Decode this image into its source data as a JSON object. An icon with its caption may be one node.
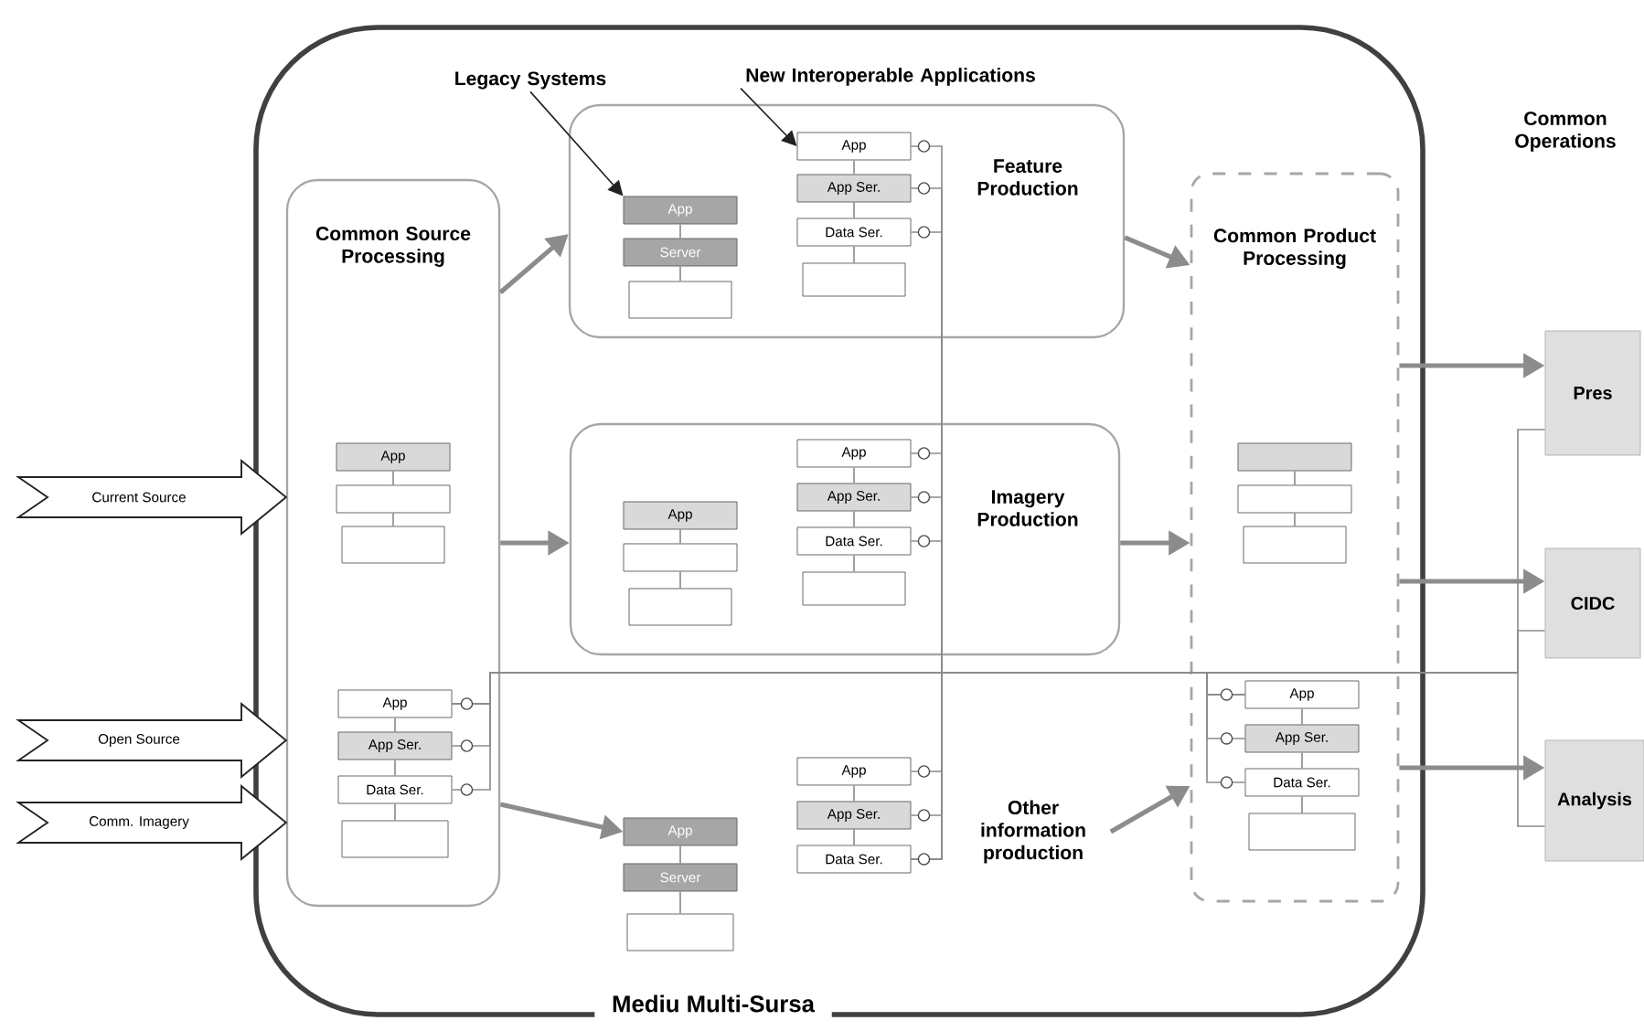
{
  "diagram": {
    "nodes": [
      {
        "text": [
          "Mediu Multi-Sursa"
        ]
      },
      {
        "text": [
          "Common Source Processing"
        ],
        "in": 0
      },
      {
        "text": [
          "Feature Production"
        ],
        "in": 0
      },
      {
        "text": [
          "Imagery Production"
        ],
        "in": 0
      },
      {
        "text": [
          "Other information production"
        ],
        "in": 0
      },
      {
        "text": [
          "Common Product Processing"
        ],
        "in": 0
      },
      {
        "text": [
          "Legacy Systems"
        ],
        "in": 0
      },
      {
        "text": [
          "New Interoperable Applications"
        ],
        "in": 0
      },
      {
        "text": [
          "Pres"
        ]
      },
      {
        "text": [
          "CIDC"
        ]
      },
      {
        "text": [
          "Analysis"
        ]
      },
      {
        "text": [
          "App"
        ],
        "in": 2
      },
      {
        "text": [
          "Server"
        ],
        "in": 2
      },
      {
        "text": [],
        "shape": "box",
        "in": 2
      },
      {
        "text": [
          "App"
        ],
        "in": 2
      },
      {
        "text": [
          "App Ser."
        ],
        "in": 2
      },
      {
        "text": [
          "Data Ser."
        ],
        "in": 2
      },
      {
        "text": [],
        "shape": "box",
        "in": 2
      },
      {
        "text": [
          "App"
        ],
        "in": 3
      },
      {
        "text": [],
        "shape": "box",
        "in": 3
      },
      {
        "text": [],
        "shape": "box",
        "in": 3
      },
      {
        "text": [
          "App"
        ],
        "in": 3
      },
      {
        "text": [
          "App Ser."
        ],
        "in": 3
      },
      {
        "text": [
          "Data Ser."
        ],
        "in": 3
      },
      {
        "text": [],
        "shape": "box",
        "in": 3
      },
      {
        "text": [
          "App"
        ],
        "in": 1
      },
      {
        "text": [],
        "shape": "box",
        "in": 1
      },
      {
        "text": [],
        "shape": "box",
        "in": 1
      },
      {
        "text": [
          "App"
        ],
        "in": 1
      },
      {
        "text": [
          "App Ser."
        ],
        "in": 1
      },
      {
        "text": [
          "Data Ser."
        ],
        "in": 1
      },
      {
        "text": [],
        "shape": "box",
        "in": 1
      },
      {
        "text": [
          "App"
        ],
        "in": 0
      },
      {
        "text": [
          "Server"
        ],
        "in": 0
      },
      {
        "text": [],
        "shape": "box",
        "in": 0
      },
      {
        "text": [
          "App"
        ],
        "in": 0
      },
      {
        "text": [
          "App Ser."
        ],
        "in": 0
      },
      {
        "text": [
          "Data Ser."
        ],
        "in": 0
      },
      {
        "text": [],
        "shape": "box",
        "in": 5
      },
      {
        "text": [],
        "shape": "box",
        "in": 5
      },
      {
        "text": [],
        "shape": "box",
        "in": 5
      },
      {
        "text": [
          "App"
        ],
        "in": 5
      },
      {
        "text": [
          "App Ser."
        ],
        "in": 5
      },
      {
        "text": [
          "Data Ser."
        ],
        "in": 5
      },
      {
        "text": [],
        "shape": "box",
        "in": 5
      }
    ],
    "edges": [
      {
        "from": 6,
        "to": 11,
        "arrow": "to",
        "color": "#222222"
      },
      {
        "from": 7,
        "to": 14,
        "arrow": "to",
        "color": "#222222"
      },
      {
        "from": 1,
        "to": 2,
        "arrow": "to",
        "style": "thick"
      },
      {
        "from": 1,
        "to": 3,
        "arrow": "to",
        "style": "thick"
      },
      {
        "from": 1,
        "to": 32,
        "arrow": "to",
        "style": "thick"
      },
      {
        "from": 2,
        "to": 5,
        "arrow": "to",
        "style": "thick"
      },
      {
        "from": 3,
        "to": 5,
        "arrow": "to",
        "style": "thick"
      },
      {
        "from": 4,
        "to": 5,
        "arrow": "to",
        "style": "thick"
      },
      {
        "from": 5,
        "to": 8,
        "arrow": "to",
        "style": "thick"
      },
      {
        "from": 5,
        "to": 9,
        "arrow": "to",
        "style": "thick"
      },
      {
        "from": 5,
        "to": 10,
        "arrow": "to",
        "style": "thick"
      },
      {
        "from": null,
        "to": 1,
        "arrow": "to",
        "label": "Current Source",
        "color": "#222222"
      },
      {
        "from": null,
        "to": 1,
        "arrow": "to",
        "label": "Open Source",
        "color": "#222222"
      },
      {
        "from": null,
        "to": 1,
        "arrow": "to",
        "label": "Comm. Imagery",
        "color": "#222222"
      },
      {
        "from": 14,
        "to": 37,
        "arrow": "none"
      },
      {
        "from": 28,
        "to": 41,
        "arrow": "none"
      },
      {
        "from": 28,
        "to": 8,
        "arrow": "none"
      },
      {
        "from": 28,
        "to": 9,
        "arrow": "none"
      },
      {
        "from": 28,
        "to": 10,
        "arrow": "none"
      },
      {
        "from": 11,
        "to": 12,
        "arrow": "none"
      },
      {
        "from": 12,
        "to": 13,
        "arrow": "none"
      },
      {
        "from": 14,
        "to": 15,
        "arrow": "none"
      },
      {
        "from": 15,
        "to": 16,
        "arrow": "none"
      },
      {
        "from": 16,
        "to": 17,
        "arrow": "none"
      },
      {
        "from": 18,
        "to": 19,
        "arrow": "none"
      },
      {
        "from": 19,
        "to": 20,
        "arrow": "none"
      },
      {
        "from": 21,
        "to": 22,
        "arrow": "none"
      },
      {
        "from": 22,
        "to": 23,
        "arrow": "none"
      },
      {
        "from": 23,
        "to": 24,
        "arrow": "none"
      },
      {
        "from": 25,
        "to": 26,
        "arrow": "none"
      },
      {
        "from": 26,
        "to": 27,
        "arrow": "none"
      },
      {
        "from": 28,
        "to": 29,
        "arrow": "none"
      },
      {
        "from": 29,
        "to": 30,
        "arrow": "none"
      },
      {
        "from": 30,
        "to": 31,
        "arrow": "none"
      },
      {
        "from": 32,
        "to": 33,
        "arrow": "none"
      },
      {
        "from": 33,
        "to": 34,
        "arrow": "none"
      },
      {
        "from": 35,
        "to": 36,
        "arrow": "none"
      },
      {
        "from": 36,
        "to": 37,
        "arrow": "none"
      },
      {
        "from": 38,
        "to": 39,
        "arrow": "none"
      },
      {
        "from": 39,
        "to": 40,
        "arrow": "none"
      },
      {
        "from": 41,
        "to": 42,
        "arrow": "none"
      },
      {
        "from": 42,
        "to": 43,
        "arrow": "none"
      },
      {
        "from": 43,
        "to": 44,
        "arrow": "none"
      },
      {
        "from": 15,
        "to": 37,
        "arrow": "none"
      },
      {
        "from": 16,
        "to": 37,
        "arrow": "none"
      },
      {
        "from": 21,
        "to": 37,
        "arrow": "none"
      },
      {
        "from": 22,
        "to": 37,
        "arrow": "none"
      },
      {
        "from": 23,
        "to": 37,
        "arrow": "none"
      },
      {
        "from": 35,
        "to": 37,
        "arrow": "none"
      },
      {
        "from": 36,
        "to": 37,
        "arrow": "none"
      },
      {
        "from": 29,
        "to": 41,
        "arrow": "none"
      },
      {
        "from": 30,
        "to": 41,
        "arrow": "none"
      },
      {
        "from": 28,
        "to": 42,
        "arrow": "none"
      },
      {
        "from": 28,
        "to": 43,
        "arrow": "none"
      }
    ],
    "labels": [
      "Common Operations"
    ]
  }
}
